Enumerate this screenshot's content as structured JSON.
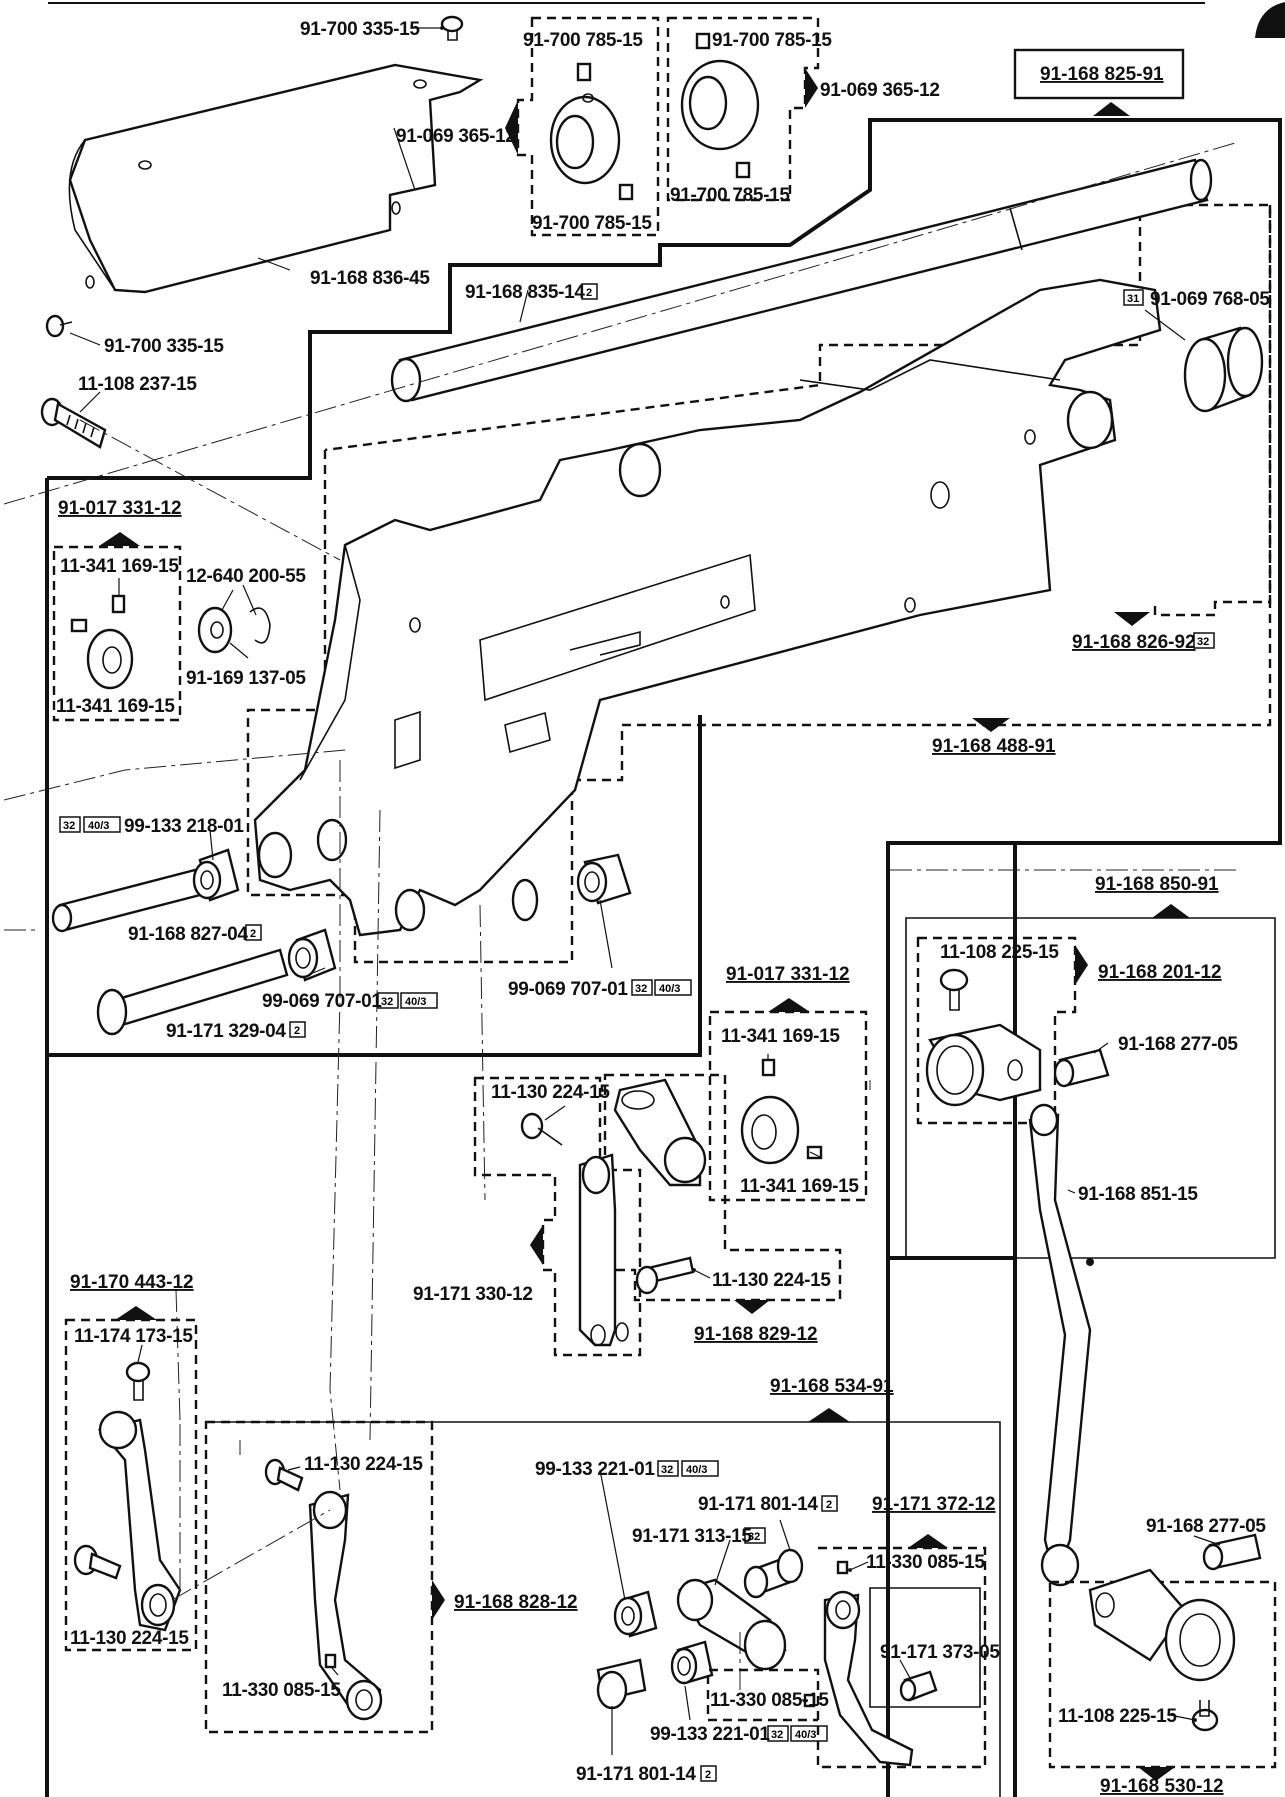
{
  "labels": {
    "screw_top": "91-700 335-15",
    "cover": "91-168 836-45",
    "screw_cover": "91-700 335-15",
    "bolt_left": "11-108 237-15",
    "collar_box1_code": "91-069 365-12",
    "collar_box1_screw_top": "91-700 785-15",
    "collar_box1_screw_bottom": "91-700 785-15",
    "collar_box2_screw_top": "91-700 785-15",
    "collar_box2_screw_bottom": "91-700 785-15",
    "collar_box2_code": "91-069 365-12",
    "main_assembly": "91-168 825-91",
    "shaft": "91-168 835-14",
    "shaft_code": "2",
    "bushing_right": "91-069 768-05",
    "bushing_right_code": "31",
    "frame_assembly": "91-168 826-92",
    "frame_assembly_code": "32",
    "sub_assembly_488": "91-168 488-91",
    "collar_set_left": "91-017 331-12",
    "collar_left_screw_a": "11-341 169-15",
    "washer": "12-640 200-55",
    "washer_b": "91-169 137-05",
    "collar_left_screw_b": "11-341 169-15",
    "bearing_left": "99-133 218-01",
    "bearing_left_codes": [
      "32",
      "40/3"
    ],
    "pin_827": "91-168 827-04",
    "pin_827_code": "2",
    "bearing_707": "99-069 707-01",
    "bearing_707_codes": [
      "32",
      "40/3"
    ],
    "pin_329": "91-171 329-04",
    "pin_329_code": "2",
    "bearing_707_right": "99-069 707-01",
    "bearing_707_right_codes": [
      "32",
      "40/3"
    ],
    "collar_set_mid": "91-017 331-12",
    "collar_mid_screw_a": "11-341 169-15",
    "collar_mid_screw_b": "11-341 169-15",
    "screw_224_a": "11-130 224-15",
    "screw_224_b": "11-130 224-15",
    "crank_330": "91-171 330-12",
    "crank_829": "91-168 829-12",
    "assembly_850": "91-168 850-91",
    "screw_225_a": "11-108 225-15",
    "clamp_201": "91-168 201-12",
    "pin_277_a": "91-168 277-05",
    "rod_851": "91-168 851-15",
    "pin_277_b": "91-168 277-05",
    "screw_225_b": "11-108 225-15",
    "clamp_530": "91-168 530-12",
    "assembly_443": "91-170 443-12",
    "screw_173": "11-174 173-15",
    "screw_224_c": "11-130 224-15",
    "screw_224_d": "11-130 224-15",
    "crank_828": "91-168 828-12",
    "screw_085_a": "11-330 085-15",
    "assembly_534": "91-168 534-91",
    "bearing_221_a": "99-133 221-01",
    "bearing_221_a_codes": [
      "32",
      "40/3"
    ],
    "pin_801_a": "91-171 801-14",
    "pin_801_a_code": "2",
    "link_313": "91-171 313-15",
    "link_313_code": "32",
    "lever_372": "91-171 372-12",
    "screw_085_b": "11-330 085-15",
    "pin_373": "91-171 373-05",
    "screw_085_c": "11-330 085-15",
    "bearing_221_b": "99-133 221-01",
    "bearing_221_b_codes": [
      "32",
      "40/3"
    ],
    "pin_801_b": "91-171 801-14",
    "pin_801_b_code": "2"
  }
}
